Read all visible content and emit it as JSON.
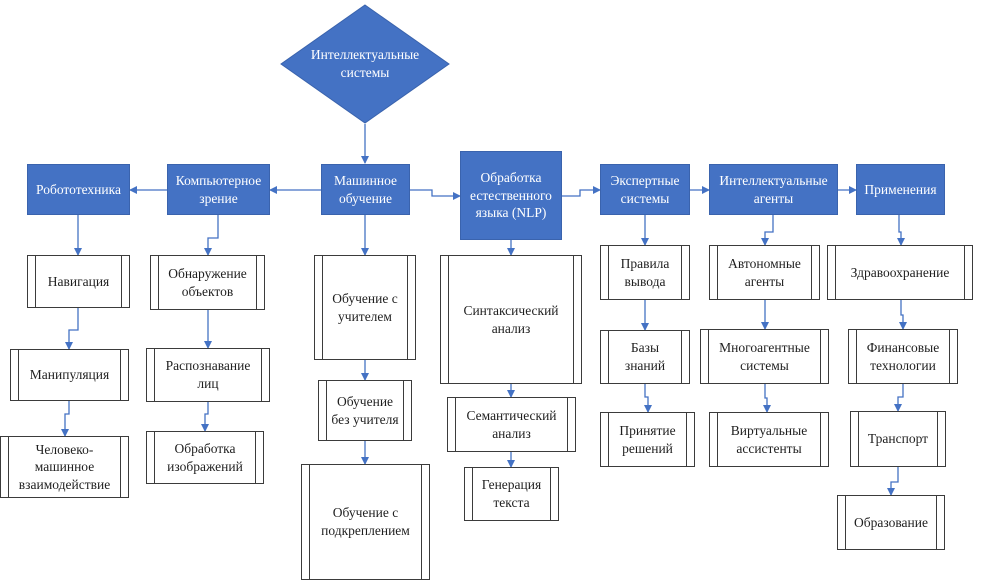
{
  "root": "Интеллектуальные системы",
  "categories": {
    "robotics": "Робототехника",
    "vision": "Компьютерное зрение",
    "ml": "Машинное обучение",
    "nlp": "Обработка естественного языка (NLP)",
    "expert": "Экспертные системы",
    "agents": "Интеллектуальные агенты",
    "applications": "Применения"
  },
  "children": {
    "robotics": [
      "Навигация",
      "Манипуляция",
      "Человеко-машинное взаимодействие"
    ],
    "vision": [
      "Обнаружение объектов",
      "Распознавание лиц",
      "Обработка изображений"
    ],
    "ml": [
      "Обучение с учителем",
      "Обучение без учителя",
      "Обучение с подкреплением"
    ],
    "nlp": [
      "Синтаксический анализ",
      "Семантический анализ",
      "Генерация текста"
    ],
    "expert": [
      "Правила вывода",
      "Базы знаний",
      "Принятие решений"
    ],
    "agents": [
      "Автономные агенты",
      "Многоагентные системы",
      "Виртуальные ассистенты"
    ],
    "applications": [
      "Здравоохранение",
      "Финансовые технологии",
      "Транспорт",
      "Образование"
    ]
  },
  "colors": {
    "node_fill": "#4472c4",
    "edge": "#4472c4",
    "child_border": "#3b3b3b"
  }
}
